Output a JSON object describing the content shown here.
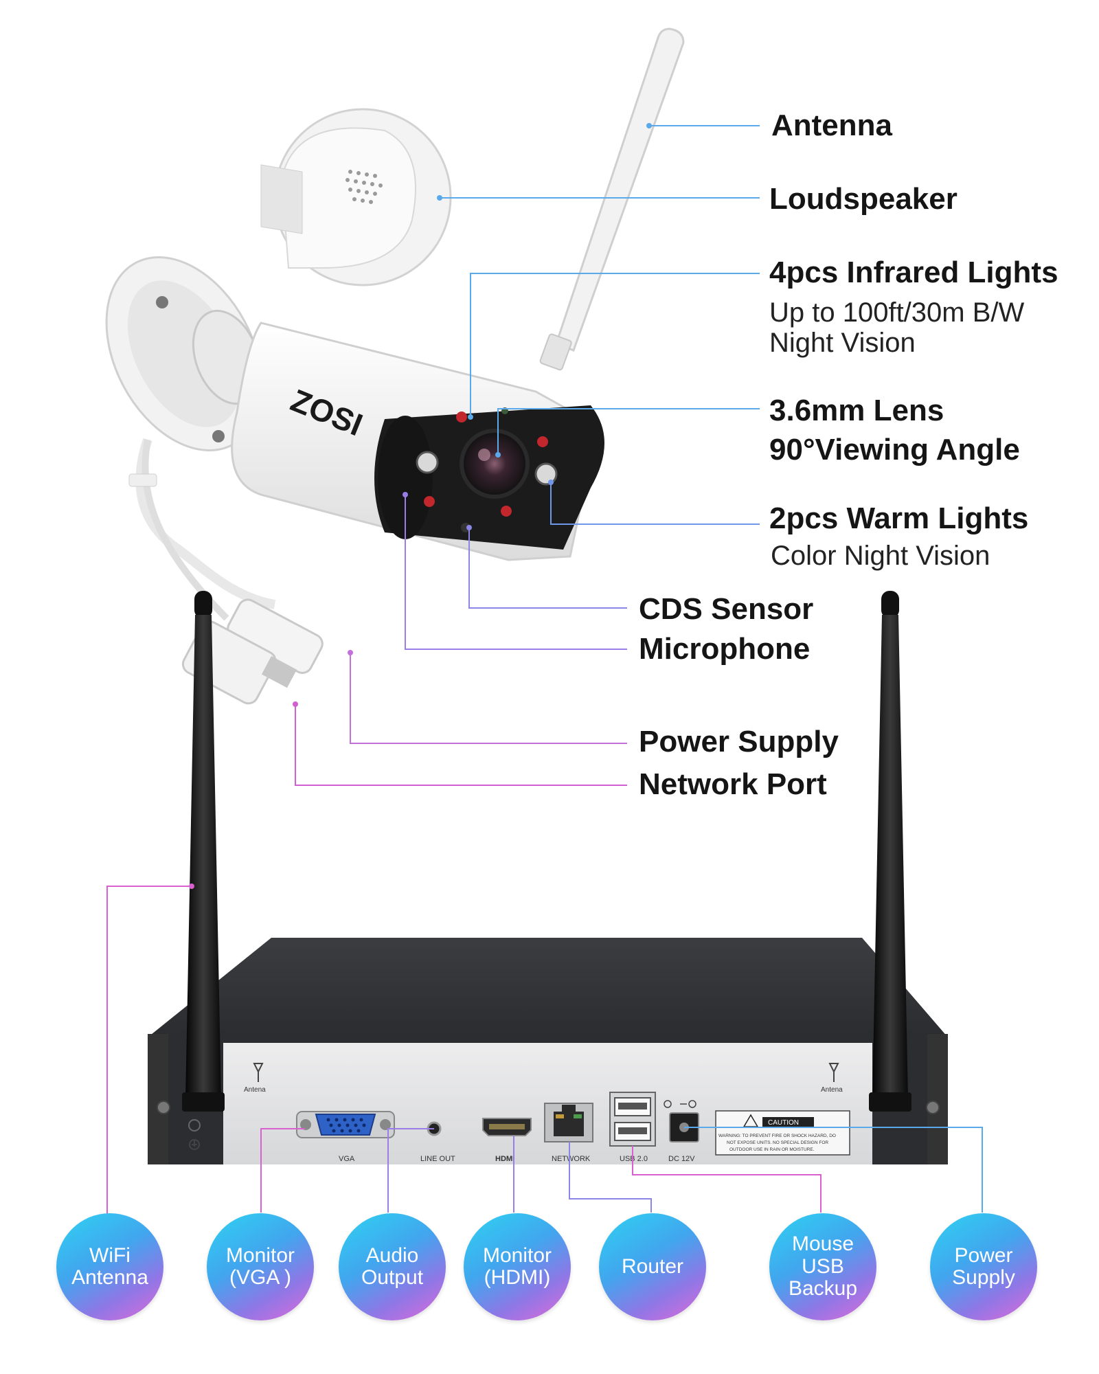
{
  "colors": {
    "leader_blue": "#5aa9ea",
    "leader_purple": "#9a7de6",
    "leader_pink": "#d860d0",
    "bubble_start": "#2fd2f2",
    "bubble_end": "#e26ad8"
  },
  "camera": {
    "brand": "ZOSI",
    "labels": {
      "antenna": "Antenna",
      "loudspeaker": "Loudspeaker",
      "infrared": "4pcs Infrared Lights",
      "infrared_sub1": "Up to 100ft/30m B/W",
      "infrared_sub2": "Night Vision",
      "lens": "3.6mm Lens",
      "lens2": "90°Viewing Angle",
      "warm": "2pcs Warm Lights",
      "warm_sub": "Color Night Vision",
      "cds": "CDS Sensor",
      "mic": "Microphone",
      "power": "Power Supply",
      "network": "Network Port"
    }
  },
  "nvr": {
    "port_labels": {
      "antena_left": "Antena",
      "antena_right": "Antena",
      "vga": "VGA",
      "line_out": "LINE OUT",
      "hdmi": "HDMI",
      "network": "NETWORK",
      "usb": "USB 2.0",
      "dc": "DC 12V"
    },
    "caution_title": "CAUTION",
    "warning_lines": [
      "WARNING: TO PREVENT FIRE OR SHOCK HAZARD, DO",
      "NOT EXPOSE UNITS. NO SPECIAL DESIGN FOR",
      "OUTDOOR USE IN RAIN OR MOISTURE."
    ]
  },
  "bubbles": {
    "wifi": "WiFi\nAntenna",
    "vga": "Monitor\n(VGA )",
    "audio": "Audio\nOutput",
    "hdmi": "Monitor\n(HDMI)",
    "router": "Router",
    "usb": "Mouse\nUSB\nBackup",
    "power": "Power\nSupply"
  }
}
